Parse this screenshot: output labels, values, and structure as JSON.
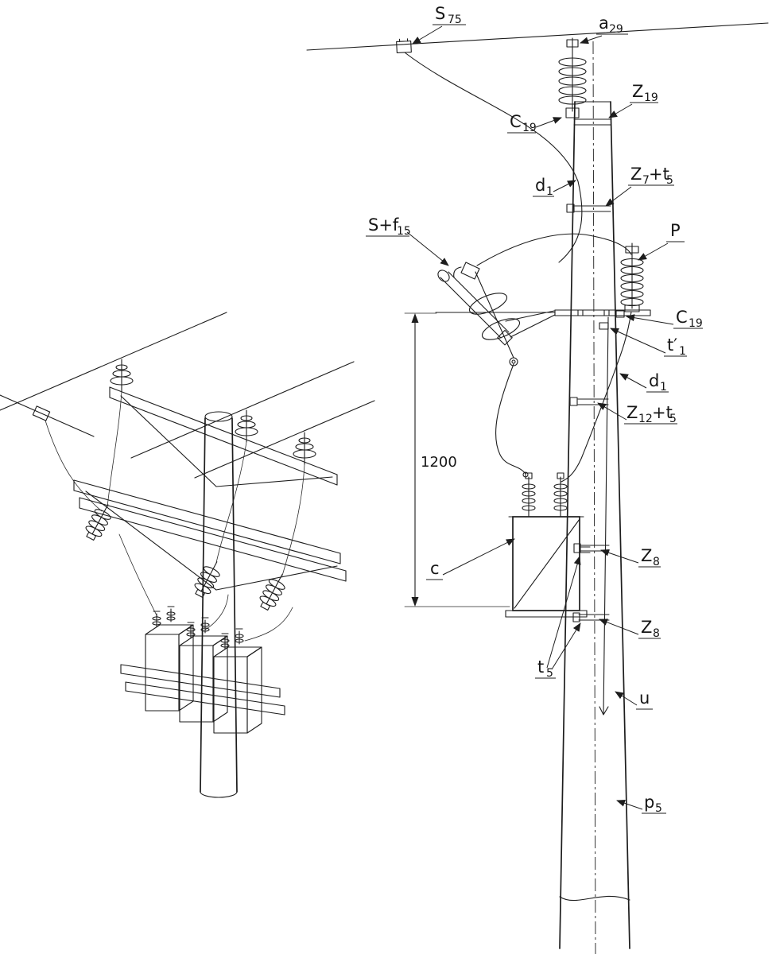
{
  "drawing": {
    "type": "pole-mounted-transformer-installation",
    "views": [
      "isometric-overview",
      "side-elevation"
    ]
  },
  "dimension": {
    "value": "1200"
  },
  "labels": {
    "s75": {
      "main": "S",
      "sub": "75"
    },
    "a29": {
      "main": "a",
      "sub": "29"
    },
    "z19": {
      "main": "Z",
      "sub": "19"
    },
    "c19_top": {
      "main": "C",
      "sub": "19"
    },
    "d1_top": {
      "main": "d",
      "sub": "1"
    },
    "z7_t5": {
      "p1": "Z",
      "s1": "7",
      "p2": "+t",
      "s2": "5"
    },
    "s_f15": {
      "p1": "S+f",
      "s1": "15"
    },
    "p": {
      "main": "P"
    },
    "c19_mid": {
      "main": "C",
      "sub": "19"
    },
    "t1_prime": {
      "main": "t′",
      "sub": "1"
    },
    "d1_mid": {
      "main": "d",
      "sub": "1"
    },
    "z12_t5": {
      "p1": "Z",
      "s1": "12",
      "p2": "+t",
      "s2": "5"
    },
    "c": {
      "main": "c"
    },
    "z8_upper": {
      "main": "Z",
      "sub": "8"
    },
    "z8_lower": {
      "main": "Z",
      "sub": "8"
    },
    "t5": {
      "main": "t",
      "sub": "5"
    },
    "u": {
      "main": "u"
    },
    "p5": {
      "main": "p",
      "sub": "5"
    }
  }
}
